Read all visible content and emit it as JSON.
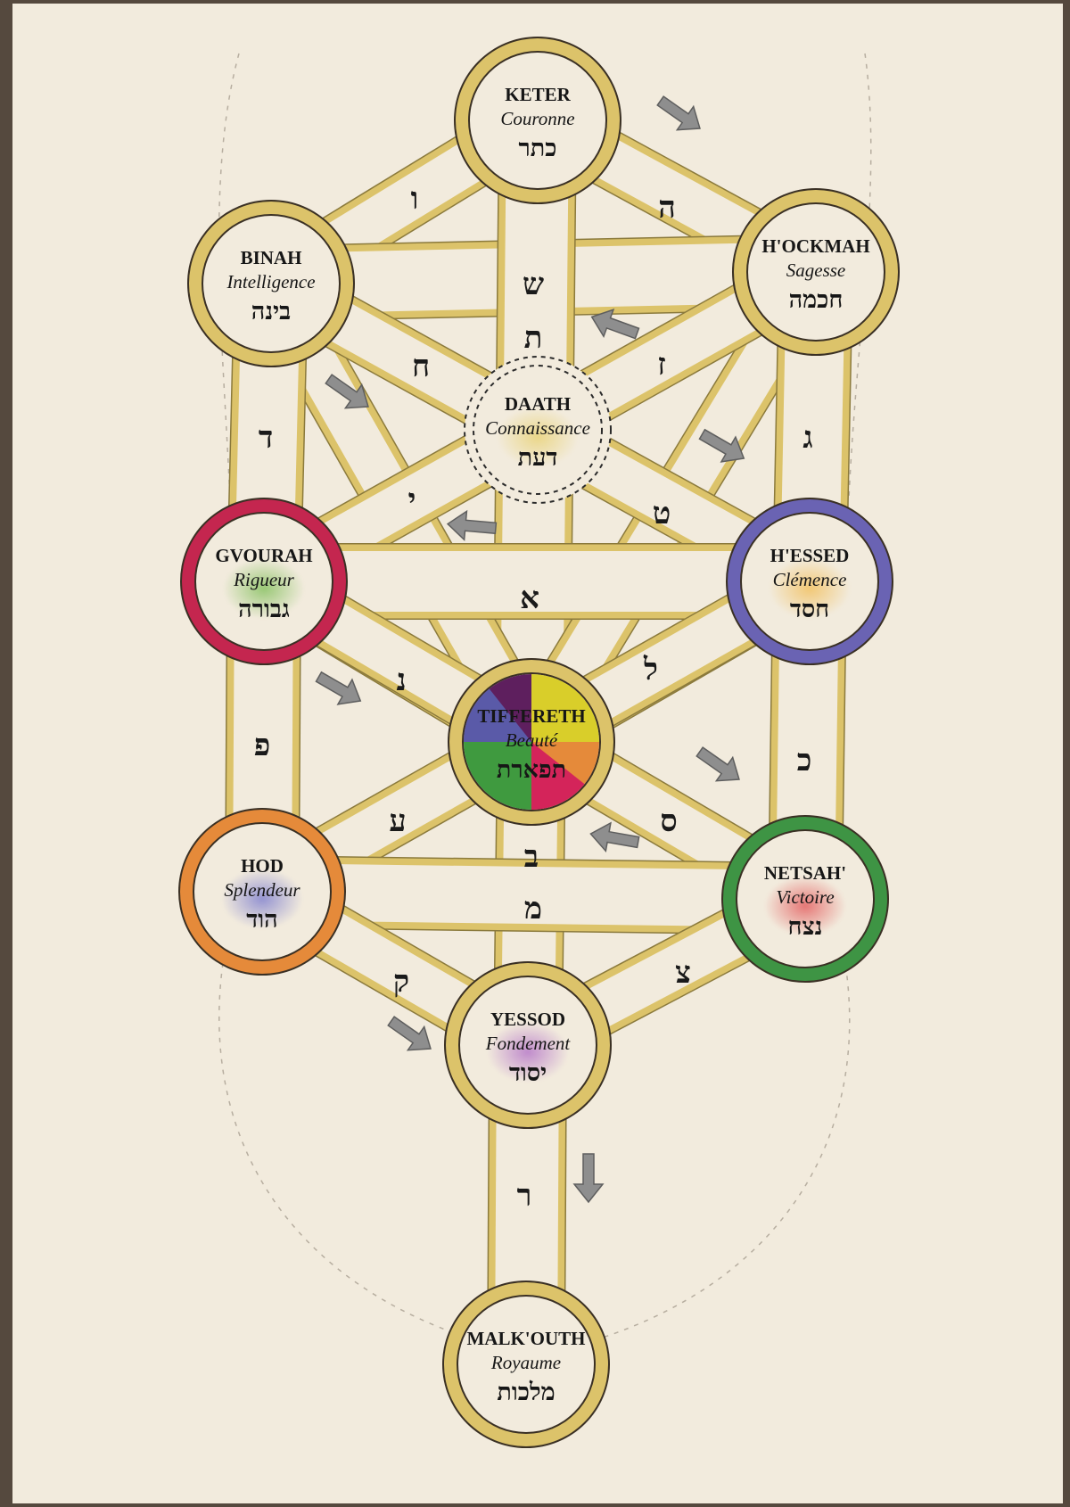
{
  "colors": {
    "background": "#f2ebdd",
    "path_gold": "#dcc36a",
    "path_fill": "#f2ebdd",
    "arrow": "#8e8e8e"
  },
  "sephirot": [
    {
      "id": "keter",
      "name": "KETER",
      "translation": "Couronne",
      "hebrew": "כתר",
      "ring": "#dcc36a"
    },
    {
      "id": "hockmah",
      "name": "H'OCKMAH",
      "translation": "Sagesse",
      "hebrew": "חכמה",
      "ring": "#dcc36a"
    },
    {
      "id": "binah",
      "name": "BINAH",
      "translation": "Intelligence",
      "hebrew": "בינה",
      "ring": "#dcc36a"
    },
    {
      "id": "daath",
      "name": "DAATH",
      "translation": "Connaissance",
      "hebrew": "דעת",
      "ring": "dashed",
      "accent": "#e9d37a"
    },
    {
      "id": "hessed",
      "name": "H'ESSED",
      "translation": "Clémence",
      "hebrew": "חסד",
      "ring": "#6a63b3",
      "accent": "#f2c46a"
    },
    {
      "id": "gvourah",
      "name": "GVOURAH",
      "translation": "Rigueur",
      "hebrew": "גבורה",
      "ring": "#c4264f",
      "accent": "#8fc46a"
    },
    {
      "id": "tiffereth",
      "name": "TIFFERETH",
      "translation": "Beauté",
      "hebrew": "תפארת",
      "ring": "#dcc36a",
      "quadrants": [
        "#d9ce2a",
        "#e58a3a",
        "#d4245a",
        "#3f9a3f",
        "#5a5aa8",
        "#5e1f5e"
      ]
    },
    {
      "id": "netsah",
      "name": "NETSAH'",
      "translation": "Victoire",
      "hebrew": "נצח",
      "ring": "#3e9444",
      "accent": "#e46a6a"
    },
    {
      "id": "hod",
      "name": "HOD",
      "translation": "Splendeur",
      "hebrew": "הוד",
      "ring": "#e58a3a",
      "accent": "#8a8ad0"
    },
    {
      "id": "yessod",
      "name": "YESSOD",
      "translation": "Fondement",
      "hebrew": "יסוד",
      "ring": "#dcc36a",
      "accent": "#b77ac9"
    },
    {
      "id": "malkouth",
      "name": "MALK'OUTH",
      "translation": "Royaume",
      "hebrew": "מלכות",
      "ring": "#dcc36a"
    }
  ],
  "path_letters": [
    {
      "id": "keter-binah",
      "letter": "ו"
    },
    {
      "id": "keter-hockmah",
      "letter": "ה"
    },
    {
      "id": "binah-hockmah",
      "letter": "ש"
    },
    {
      "id": "keter-tiffereth",
      "letter": "ת"
    },
    {
      "id": "binah-tiffereth",
      "letter": "ח"
    },
    {
      "id": "hockmah-tiffereth",
      "letter": "ז"
    },
    {
      "id": "binah-gvourah",
      "letter": "ד"
    },
    {
      "id": "hockmah-hessed",
      "letter": "ג"
    },
    {
      "id": "binah-hessed",
      "letter": "י"
    },
    {
      "id": "hockmah-gvourah",
      "letter": "ט"
    },
    {
      "id": "gvourah-hessed",
      "letter": "א"
    },
    {
      "id": "gvourah-tiffereth",
      "letter": "נ"
    },
    {
      "id": "hessed-tiffereth",
      "letter": "ל"
    },
    {
      "id": "gvourah-hod",
      "letter": "פ"
    },
    {
      "id": "hessed-netsah",
      "letter": "כ"
    },
    {
      "id": "gvourah-netsah",
      "letter": "ע"
    },
    {
      "id": "hessed-hod",
      "letter": "ס"
    },
    {
      "id": "tiffereth-yessod",
      "letter": "ב"
    },
    {
      "id": "hod-netsah",
      "letter": "מ"
    },
    {
      "id": "hod-yessod",
      "letter": "ק"
    },
    {
      "id": "netsah-yessod",
      "letter": "צ"
    },
    {
      "id": "yessod-malkouth",
      "letter": "ר"
    }
  ]
}
